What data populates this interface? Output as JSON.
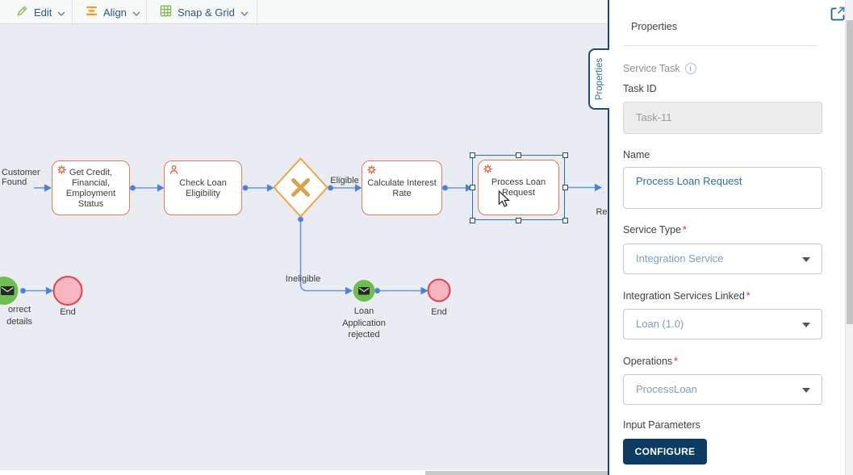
{
  "toolbar": {
    "edit": "Edit",
    "align": "Align",
    "snap_grid": "Snap & Grid"
  },
  "canvas": {
    "tasks": {
      "get_credit": "Get Credit, Financial, Employment Status",
      "check_eligibility": "Check Loan Eligibility",
      "calculate_interest": "Calculate Interest Rate",
      "process_loan": "Process Loan Request"
    },
    "events": {
      "incorrect_details_clipped": "orrect details",
      "end_left": "End",
      "loan_rejected": "Loan Application rejected",
      "end_bottom": "End"
    },
    "edge_labels": {
      "customer_found": "Customer Found",
      "eligible": "Eligible",
      "ineligible": "Ineligible",
      "rejected_clipped": "Re"
    }
  },
  "panel": {
    "tab_label": "Properties",
    "title": "Properties",
    "element_type": "Service Task",
    "info_icon_glyph": "i",
    "required_marker": "*",
    "fields": {
      "task_id": {
        "label": "Task ID",
        "value": "Task-11"
      },
      "name": {
        "label": "Name",
        "value": "Process Loan Request"
      },
      "service_type": {
        "label": "Service Type",
        "value": "Integration Service"
      },
      "services_linked": {
        "label": "Integration Services Linked",
        "value": "Loan (1.0)"
      },
      "operations": {
        "label": "Operations",
        "value": "ProcessLoan"
      }
    },
    "input_parameters_label": "Input Parameters",
    "configure_button": "CONFIGURE"
  },
  "colors": {
    "canvas_bg": "#e9edf2",
    "task_border": "#e4795c",
    "task_icon_orange": "#e4613f",
    "gateway_border": "#eda63f",
    "connector_blue": "#5b87e8",
    "connector_dot": "#4a7fe8",
    "event_green": "#6fbf50",
    "end_fill": "#f8b7c0",
    "end_border": "#e4404e",
    "selection_blue": "#2f6cb0",
    "panel_border_navy": "#15477c",
    "link_text_blue": "#2e6da4",
    "muted_value_blue": "#7e9cc0",
    "configure_button_bg": "#0c3c64",
    "required_red": "#e02b35",
    "toolbar_icon_green": "#8cbb57",
    "toolbar_icon_orange": "#f59b22"
  }
}
